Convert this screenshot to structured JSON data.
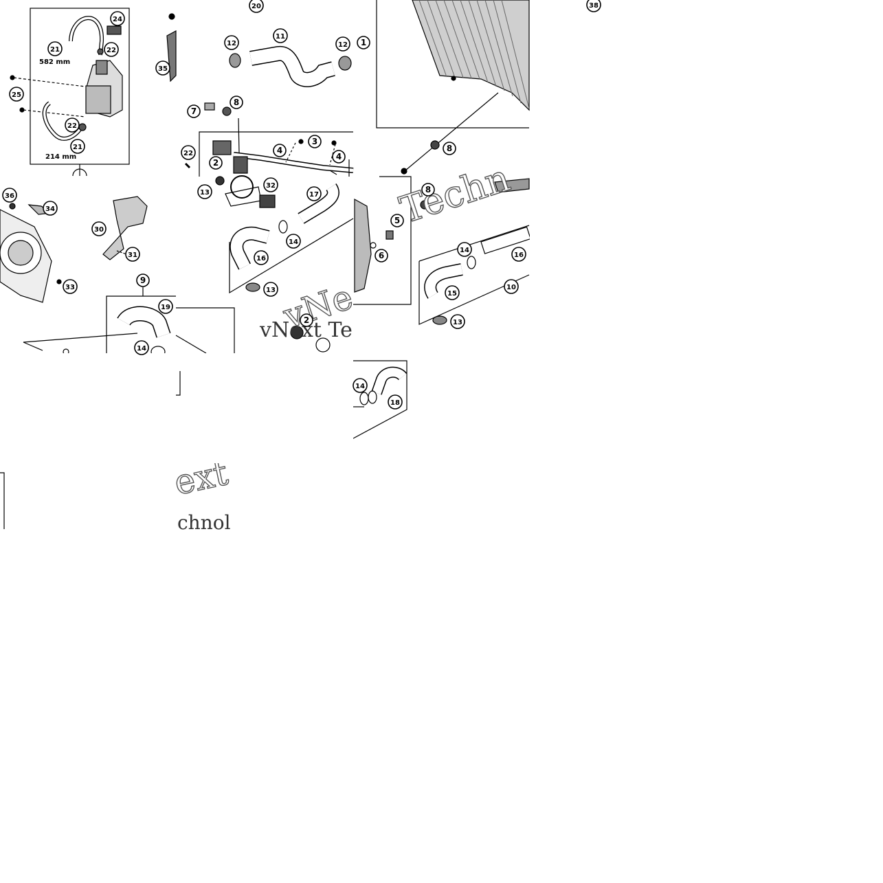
{
  "diagram": {
    "callouts": [
      {
        "id": "c21a",
        "label": "21"
      },
      {
        "id": "c24",
        "label": "24"
      },
      {
        "id": "c22a",
        "label": "22"
      },
      {
        "id": "c25",
        "label": "25"
      },
      {
        "id": "c22b",
        "label": "22"
      },
      {
        "id": "c21b",
        "label": "21"
      },
      {
        "id": "c35",
        "label": "35"
      },
      {
        "id": "c20",
        "label": "20"
      },
      {
        "id": "c12a",
        "label": "12"
      },
      {
        "id": "c11",
        "label": "11"
      },
      {
        "id": "c12b",
        "label": "12"
      },
      {
        "id": "c1",
        "label": "1"
      },
      {
        "id": "c38",
        "label": "38"
      },
      {
        "id": "c7",
        "label": "7"
      },
      {
        "id": "c8a",
        "label": "8"
      },
      {
        "id": "c22c",
        "label": "22"
      },
      {
        "id": "c2a",
        "label": "2"
      },
      {
        "id": "c4a",
        "label": "4"
      },
      {
        "id": "c3",
        "label": "3"
      },
      {
        "id": "c4b",
        "label": "4"
      },
      {
        "id": "c8b",
        "label": "8"
      },
      {
        "id": "c13a",
        "label": "13"
      },
      {
        "id": "c32",
        "label": "32"
      },
      {
        "id": "c17",
        "label": "17"
      },
      {
        "id": "c36",
        "label": "36"
      },
      {
        "id": "c34",
        "label": "34"
      },
      {
        "id": "c30",
        "label": "30"
      },
      {
        "id": "c31",
        "label": "31"
      },
      {
        "id": "c33",
        "label": "33"
      },
      {
        "id": "c9",
        "label": "9"
      },
      {
        "id": "c19",
        "label": "19"
      },
      {
        "id": "c14a",
        "label": "14"
      },
      {
        "id": "c14b",
        "label": "14"
      },
      {
        "id": "c16a",
        "label": "16"
      },
      {
        "id": "c13b",
        "label": "13"
      },
      {
        "id": "c5",
        "label": "5"
      },
      {
        "id": "c6",
        "label": "6"
      },
      {
        "id": "c8c",
        "label": "8"
      },
      {
        "id": "c14c",
        "label": "14"
      },
      {
        "id": "c16b",
        "label": "16"
      },
      {
        "id": "c15",
        "label": "15"
      },
      {
        "id": "c10",
        "label": "10"
      },
      {
        "id": "c13c",
        "label": "13"
      },
      {
        "id": "c2b",
        "label": "2"
      },
      {
        "id": "c14d",
        "label": "14"
      },
      {
        "id": "c18",
        "label": "18"
      }
    ],
    "dimensions": {
      "hose_long": "582 mm",
      "hose_short": "214 mm"
    },
    "watermarks": {
      "tech_fragment": "Techn",
      "brand_fragment": "vNext Te",
      "next_fragment": "ext",
      "techno_fragment": "chnol",
      "diag_fragment": "vNe"
    },
    "colors": {
      "ink": "#000000",
      "paper": "#ffffff",
      "watermark": "#555555"
    }
  }
}
